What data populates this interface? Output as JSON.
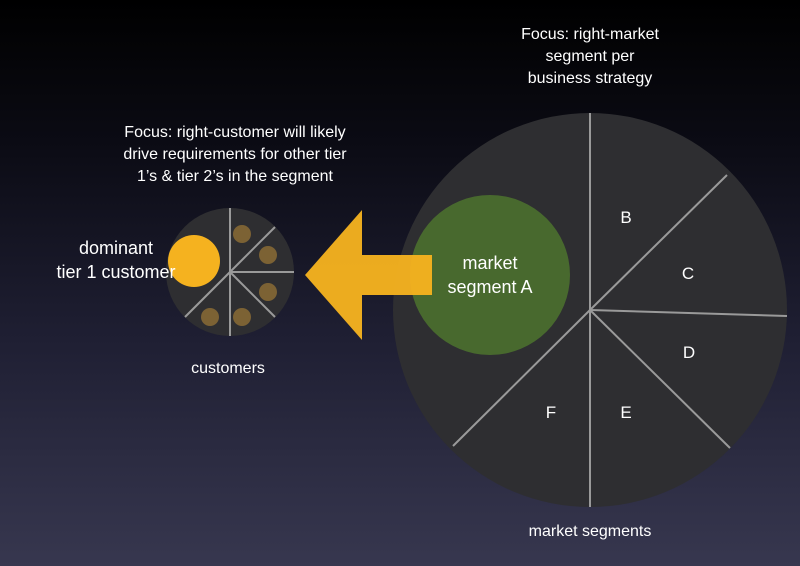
{
  "focus_market": {
    "line1": "Focus: right-market",
    "line2": "segment per",
    "line3": "business strategy"
  },
  "focus_customer": {
    "line1": "Focus: right-customer will likely",
    "line2": "drive requirements for other tier",
    "line3": "1’s & tier 2’s in the segment"
  },
  "dominant_customer": {
    "line1": "dominant",
    "line2": "tier 1 customer"
  },
  "customers_label": "customers",
  "market_segments_label": "market segments",
  "segment_a": {
    "line1": "market",
    "line2": "segment A"
  },
  "segments": [
    "B",
    "C",
    "D",
    "E",
    "F"
  ],
  "colors": {
    "large_circle": "#2e2e31",
    "segment_a_fill": "#4a6d2e",
    "arrow": "#f5b21f",
    "dominant_dot": "#f5b21f",
    "customer_dot": "#7c6234",
    "divider_lines": "#9a9a9a"
  }
}
